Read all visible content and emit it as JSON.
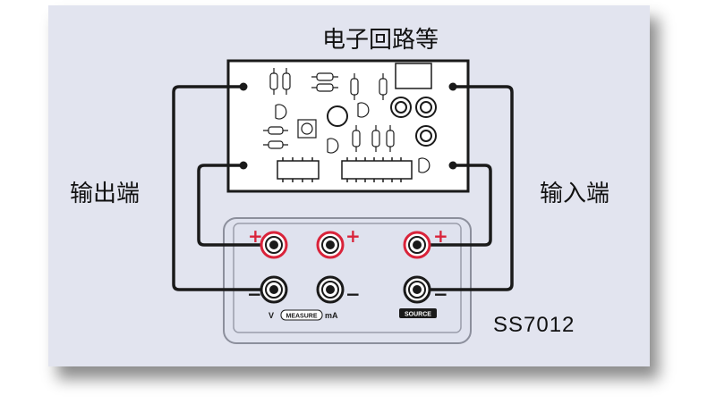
{
  "title": "电子回路等",
  "output_label": "输出端",
  "input_label": "输入端",
  "device": {
    "model": "SS7012",
    "label_v": "V",
    "label_measure": "MEASURE",
    "label_ma": "mA",
    "label_source": "SOURCE",
    "plus": "+",
    "minus": "−"
  },
  "colors": {
    "panel_bg": "#e2e4ef",
    "wire": "#1a1a1a",
    "terminal_red": "#d9233a",
    "device_body": "#dfe2ee"
  }
}
